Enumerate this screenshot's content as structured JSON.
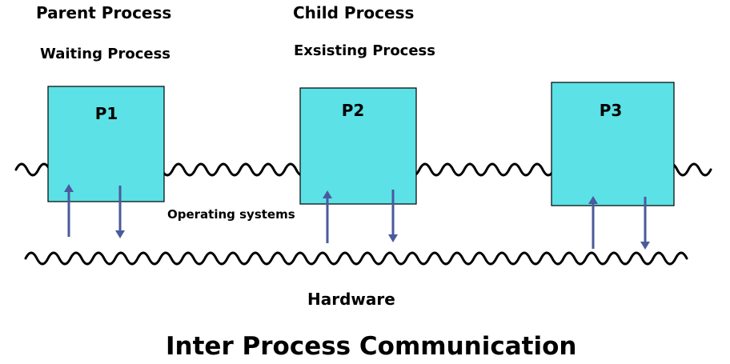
{
  "labels": {
    "parent_process": "Parent Process",
    "child_process": "Child Process",
    "waiting_process": "Waiting Process",
    "existing_process": "Exsisting Process",
    "operating_systems": "Operating systems",
    "hardware": "Hardware",
    "title": "Inter Process Communication"
  },
  "processes": [
    {
      "id": "p1",
      "label": "P1"
    },
    {
      "id": "p2",
      "label": "P2"
    },
    {
      "id": "p3",
      "label": "P3"
    }
  ],
  "colors": {
    "process_fill": "#5ce1e6",
    "arrow": "#4a5a9c",
    "wave": "#000000"
  }
}
